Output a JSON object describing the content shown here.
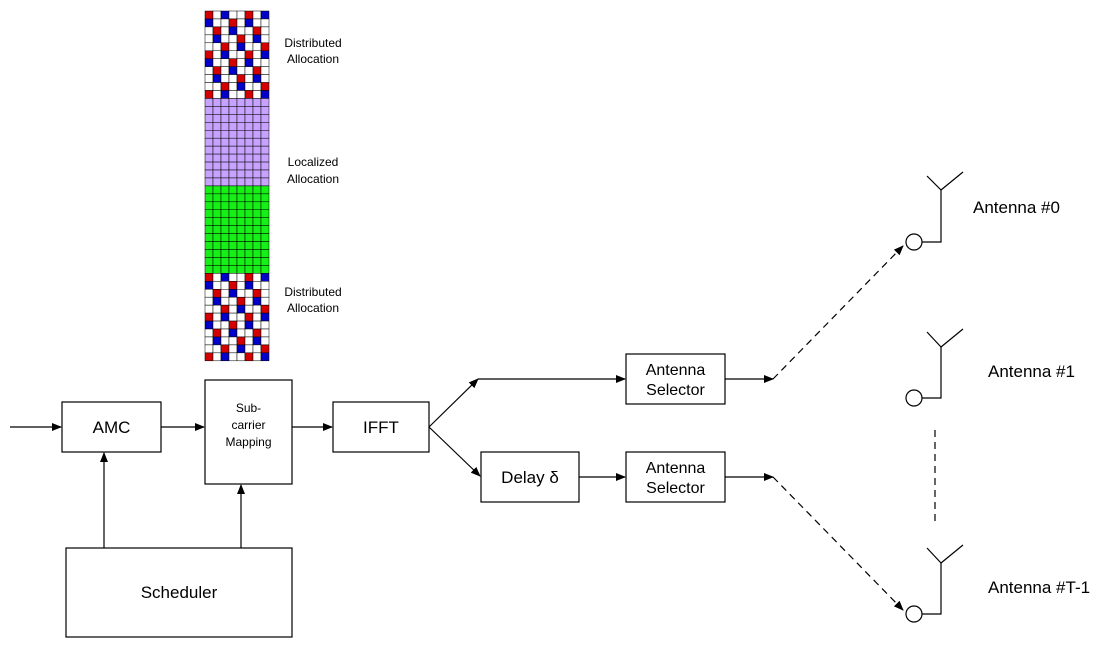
{
  "colors": {
    "red": "#d40000",
    "blue": "#0000c8",
    "lavender": "#c7a2ff",
    "green": "#16f016",
    "white": "#ffffff",
    "stroke": "#000000"
  },
  "grid": {
    "cols": 8,
    "distributed_top_rows": 11,
    "localized_lavender_rows": 11,
    "localized_green_rows": 11,
    "distributed_bottom_rows": 11,
    "labels": {
      "distributed_top": [
        "Distributed",
        "Allocation"
      ],
      "localized": [
        "Localized",
        "Allocation"
      ],
      "distributed_bottom": [
        "Distributed",
        "Allocation"
      ]
    }
  },
  "blocks": {
    "amc": "AMC",
    "subcarrier": [
      "Sub-",
      "carrier",
      "Mapping"
    ],
    "ifft": "IFFT",
    "delay": "Delay δ",
    "selector_top": [
      "Antenna",
      "Selector"
    ],
    "selector_bottom": [
      "Antenna",
      "Selector"
    ],
    "scheduler": "Scheduler"
  },
  "antennas": [
    "Antenna #0",
    "Antenna #1",
    "Antenna #T-1"
  ]
}
